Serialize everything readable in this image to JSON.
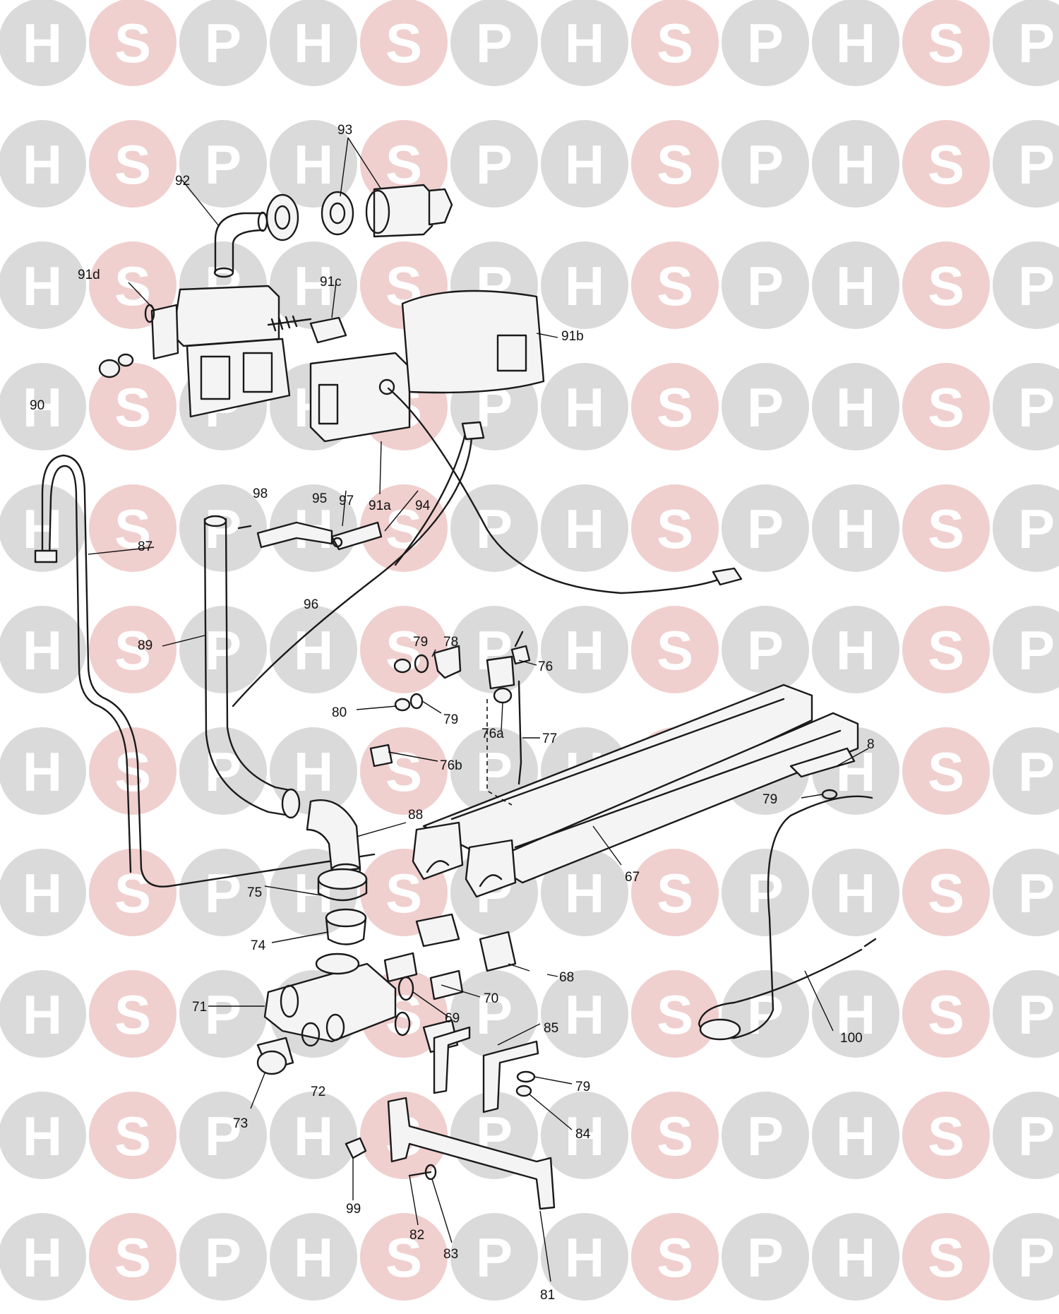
{
  "watermark": {
    "letters": [
      "H",
      "S",
      "P"
    ],
    "colors": {
      "H": "#dadada",
      "S": "#f0cfcf",
      "P": "#dadada"
    },
    "letter_color": "#ffffff"
  },
  "labels": {
    "l8": "8",
    "l67": "67",
    "l68": "68",
    "l69": "69",
    "l70": "70",
    "l71": "71",
    "l72": "72",
    "l73": "73",
    "l74": "74",
    "l75": "75",
    "l76": "76",
    "l76a": "76a",
    "l76b": "76b",
    "l77": "77",
    "l78": "78",
    "l79a": "79",
    "l79b": "79",
    "l79c": "79",
    "l79d": "79",
    "l80": "80",
    "l81": "81",
    "l82": "82",
    "l83": "83",
    "l84": "84",
    "l85": "85",
    "l87": "87",
    "l88": "88",
    "l89": "89",
    "l90": "90",
    "l91a": "91a",
    "l91b": "91b",
    "l91c": "91c",
    "l91d": "91d",
    "l92": "92",
    "l93": "93",
    "l94": "94",
    "l95": "95",
    "l96": "96",
    "l97": "97",
    "l98": "98",
    "l99": "99",
    "l100": "100"
  }
}
